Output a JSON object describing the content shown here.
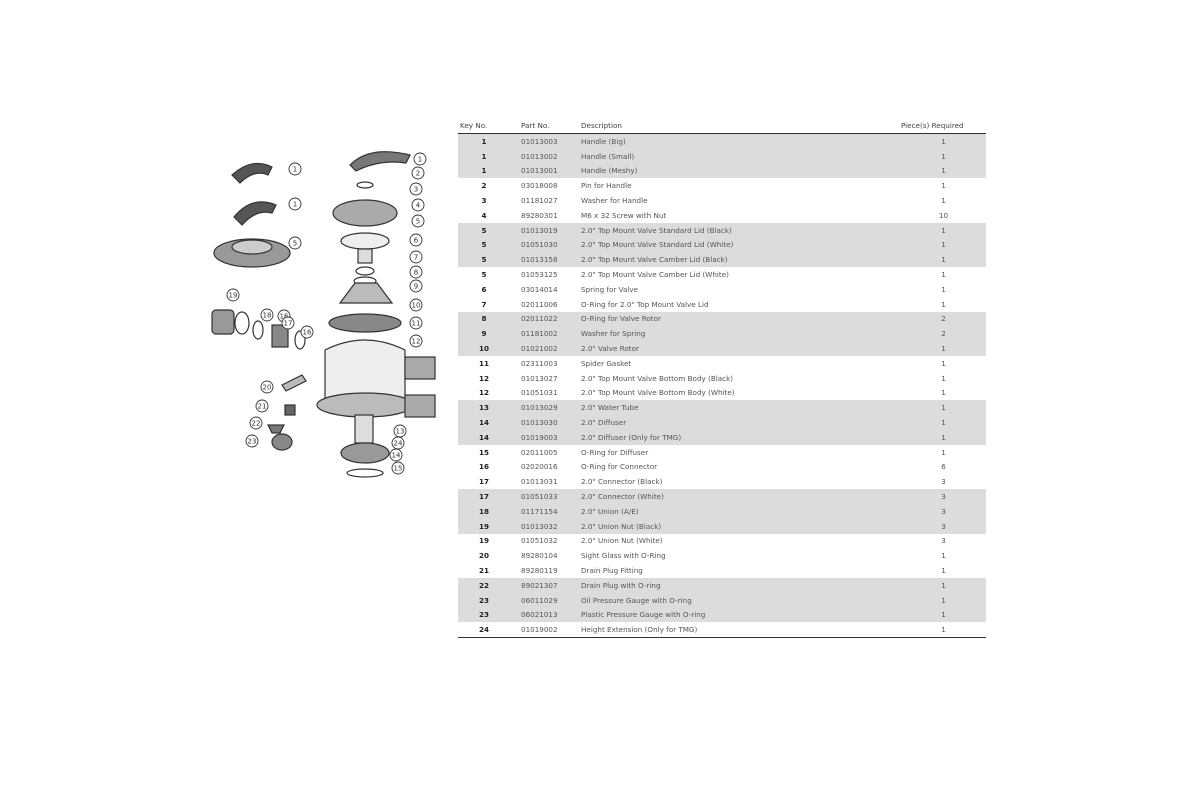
{
  "table": {
    "headers": {
      "key": "Key No.",
      "part": "Part No.",
      "desc": "Description",
      "qty": "Piece(s) Required"
    },
    "rows": [
      {
        "key": "1",
        "part": "01013003",
        "desc": "Handle (Big)",
        "qty": "1"
      },
      {
        "key": "1",
        "part": "01013002",
        "desc": "Handle (Small)",
        "qty": "1"
      },
      {
        "key": "1",
        "part": "01013001",
        "desc": "Handle (Meshy)",
        "qty": "1"
      },
      {
        "key": "2",
        "part": "03018008",
        "desc": "Pin for Handle",
        "qty": "1"
      },
      {
        "key": "3",
        "part": "01181027",
        "desc": "Washer for Handle",
        "qty": "1"
      },
      {
        "key": "4",
        "part": "89280301",
        "desc": "M6 x 32 Screw with Nut",
        "qty": "10"
      },
      {
        "key": "5",
        "part": "01013019",
        "desc": "2.0\" Top Mount Valve Standard Lid (Black)",
        "qty": "1"
      },
      {
        "key": "5",
        "part": "01051030",
        "desc": "2.0\" Top Mount Valve Standard Lid (White)",
        "qty": "1"
      },
      {
        "key": "5",
        "part": "01013158",
        "desc": "2.0\" Top Mount Valve Camber Lid (Black)",
        "qty": "1"
      },
      {
        "key": "5",
        "part": "01053125",
        "desc": "2.0\" Top Mount Valve Camber Lid (White)",
        "qty": "1"
      },
      {
        "key": "6",
        "part": "03014014",
        "desc": "Spring for Valve",
        "qty": "1"
      },
      {
        "key": "7",
        "part": "02011006",
        "desc": "O-Ring for 2.0\" Top Mount Valve Lid",
        "qty": "1"
      },
      {
        "key": "8",
        "part": "02011022",
        "desc": "O-Ring for Valve Rotor",
        "qty": "2"
      },
      {
        "key": "9",
        "part": "01181002",
        "desc": "Washer for Spring",
        "qty": "2"
      },
      {
        "key": "10",
        "part": "01021002",
        "desc": "2.0\" Valve Rotor",
        "qty": "1"
      },
      {
        "key": "11",
        "part": "02311003",
        "desc": "Spider Gasket",
        "qty": "1"
      },
      {
        "key": "12",
        "part": "01013027",
        "desc": "2.0\" Top Mount Valve Bottom Body (Black)",
        "qty": "1"
      },
      {
        "key": "12",
        "part": "01051031",
        "desc": "2.0\" Top Mount Valve Bottom Body (White)",
        "qty": "1"
      },
      {
        "key": "13",
        "part": "01013029",
        "desc": "2.0\" Water Tube",
        "qty": "1"
      },
      {
        "key": "14",
        "part": "01013030",
        "desc": "2.0\" Diffuser",
        "qty": "1"
      },
      {
        "key": "14",
        "part": "01019003",
        "desc": "2.0\" Diffuser (Only for TMG)",
        "qty": "1"
      },
      {
        "key": "15",
        "part": "02011005",
        "desc": "O-Ring for Diffuser",
        "qty": "1"
      },
      {
        "key": "16",
        "part": "02020016",
        "desc": "O-Ring for Connector",
        "qty": "6"
      },
      {
        "key": "17",
        "part": "01013031",
        "desc": "2.0\" Connector (Black)",
        "qty": "3"
      },
      {
        "key": "17",
        "part": "01051033",
        "desc": "2.0\" Connector (White)",
        "qty": "3"
      },
      {
        "key": "18",
        "part": "01171154",
        "desc": "2.0\" Union (A/E)",
        "qty": "3"
      },
      {
        "key": "19",
        "part": "01013032",
        "desc": "2.0\" Union Nut (Black)",
        "qty": "3"
      },
      {
        "key": "19",
        "part": "01051032",
        "desc": "2.0\" Union Nut (White)",
        "qty": "3"
      },
      {
        "key": "20",
        "part": "89280104",
        "desc": "Sight Glass with O-Ring",
        "qty": "1"
      },
      {
        "key": "21",
        "part": "89280119",
        "desc": "Drain Plug Fitting",
        "qty": "1"
      },
      {
        "key": "22",
        "part": "89021307",
        "desc": "Drain Plug with O-ring",
        "qty": "1"
      },
      {
        "key": "23",
        "part": "06011029",
        "desc": "Oil Pressure Gauge with O-ring",
        "qty": "1"
      },
      {
        "key": "23",
        "part": "06021013",
        "desc": "Plastic Pressure Gauge with O-ring",
        "qty": "1"
      },
      {
        "key": "24",
        "part": "01019002",
        "desc": "Height Extension (Only for TMG)",
        "qty": "1"
      }
    ]
  },
  "diagram": {
    "callouts": [
      "1",
      "1",
      "5",
      "1",
      "2",
      "3",
      "4",
      "5",
      "6",
      "7",
      "8",
      "9",
      "10",
      "11",
      "12",
      "19",
      "18",
      "16",
      "17",
      "16",
      "20",
      "21",
      "22",
      "23",
      "13",
      "24",
      "14",
      "15"
    ]
  }
}
